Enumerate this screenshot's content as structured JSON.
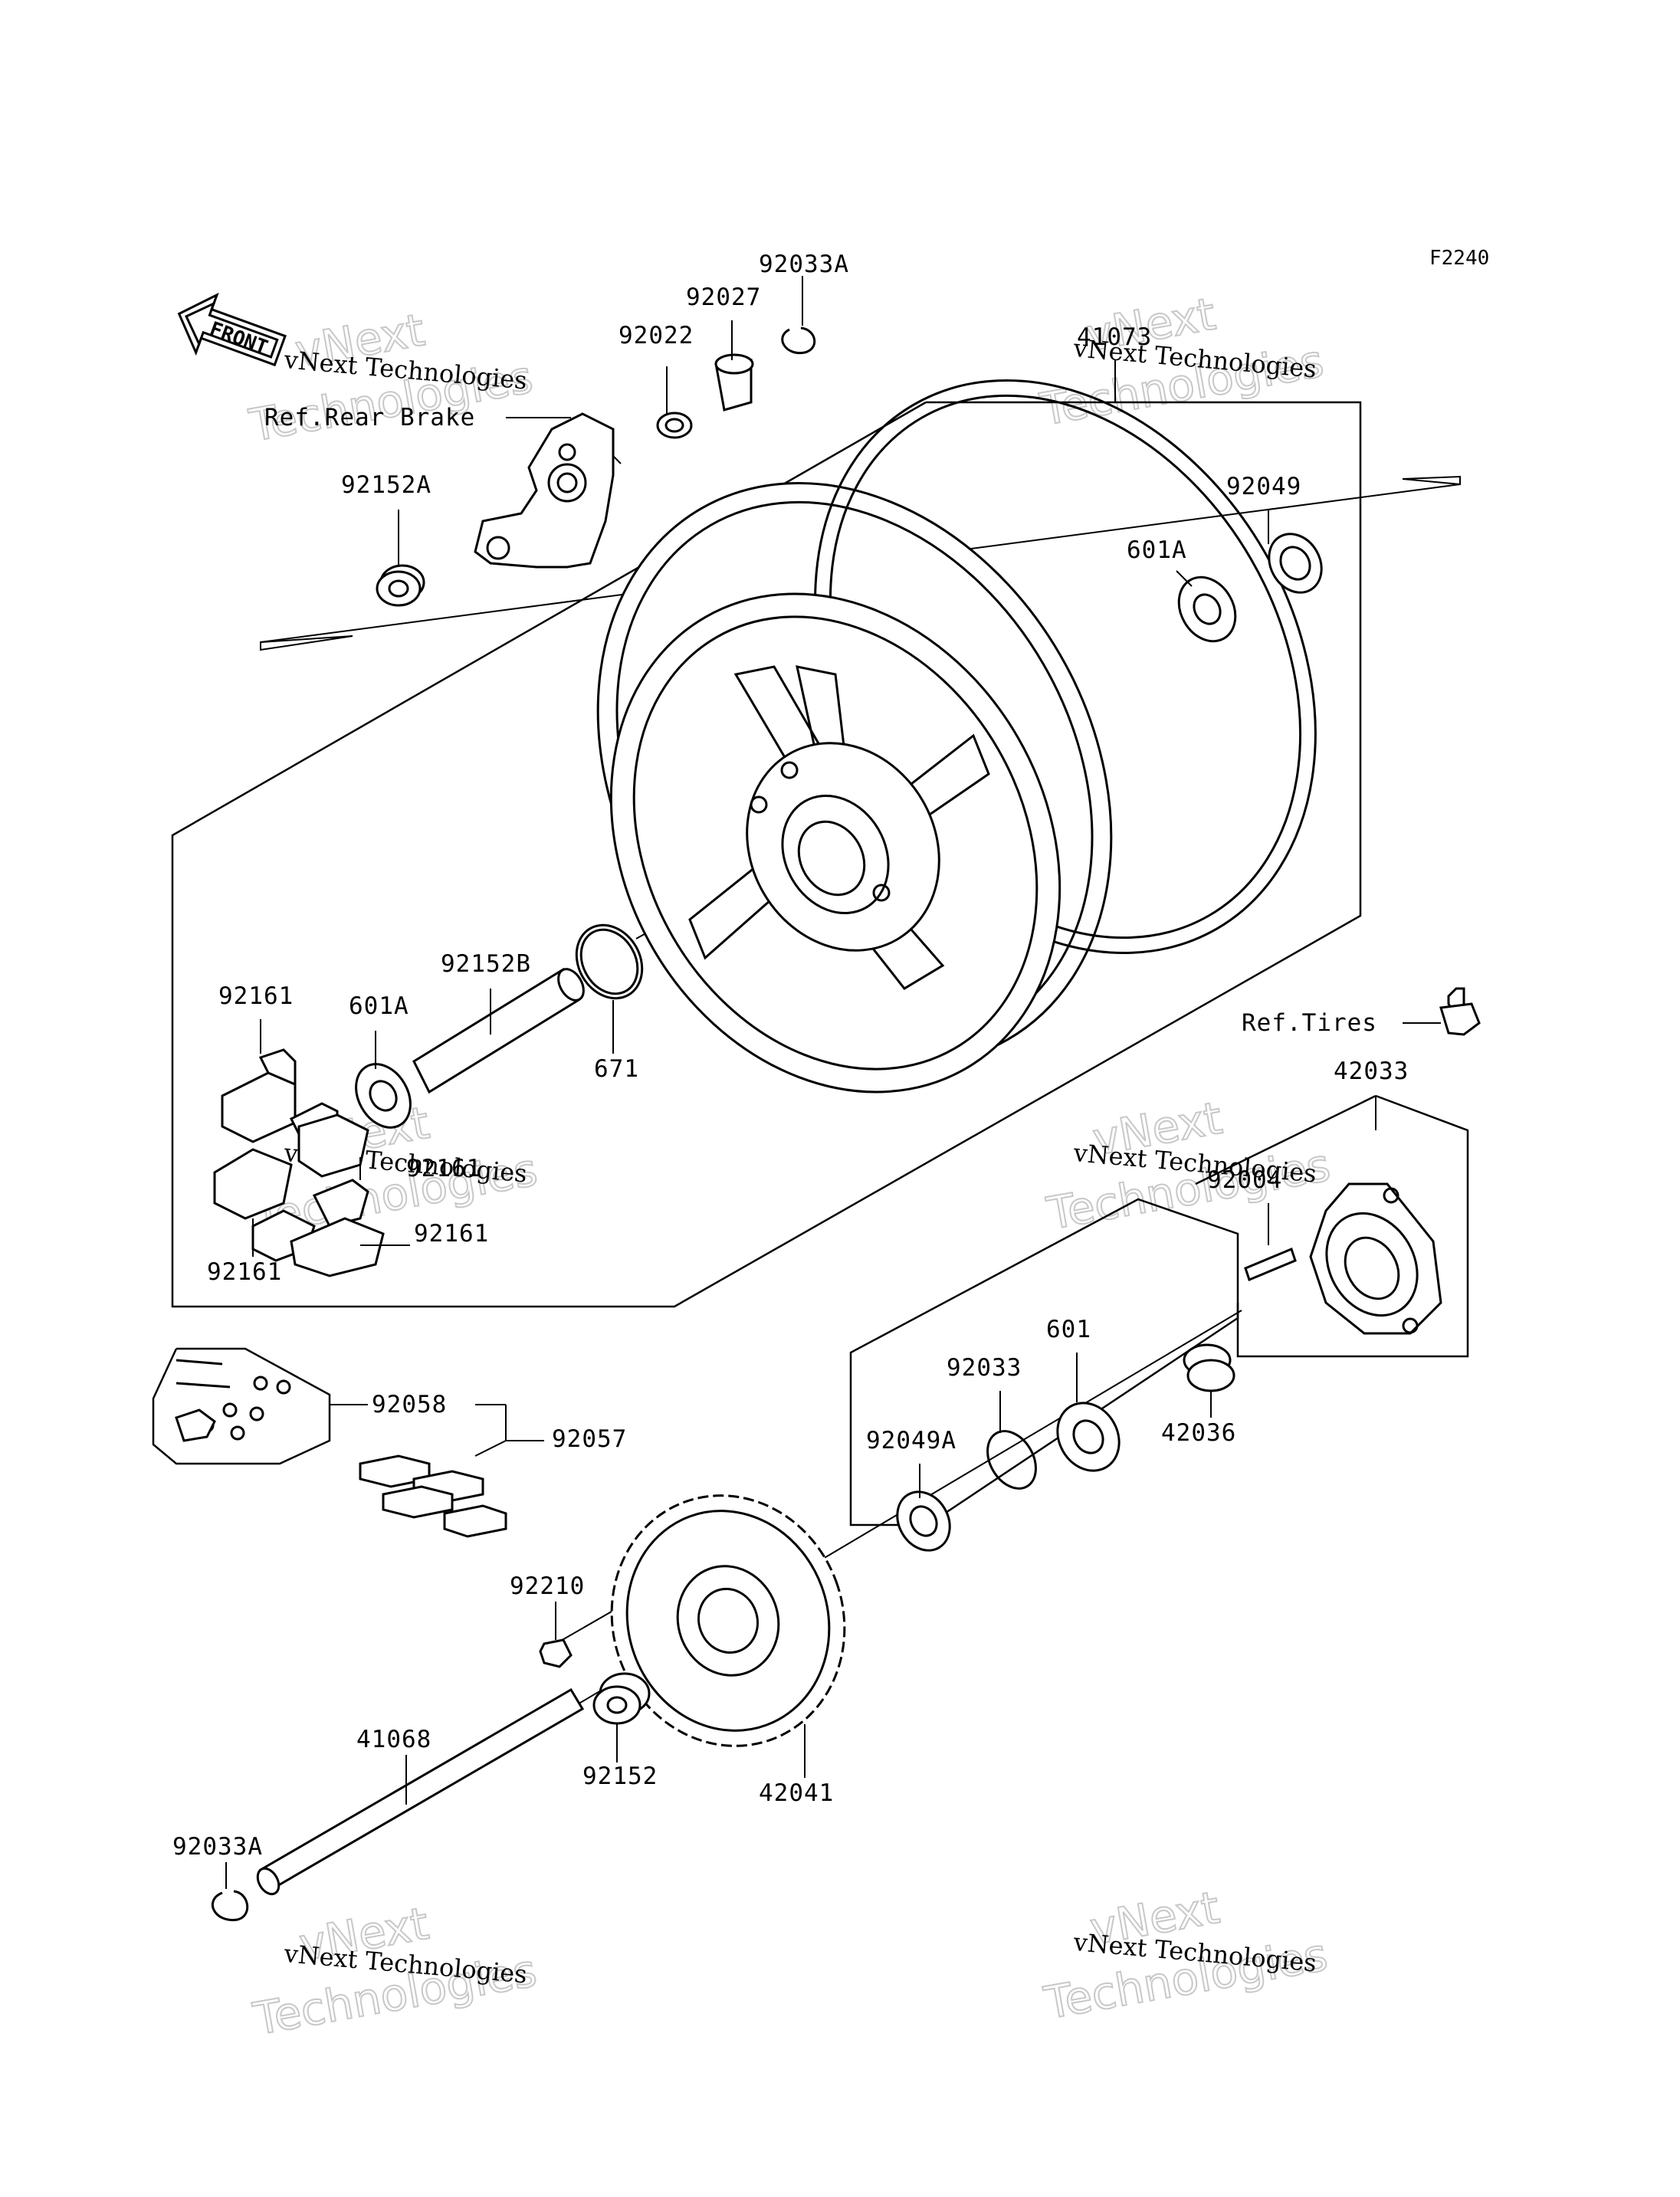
{
  "diagram_code": "F2240",
  "front_label": "FRONT",
  "watermark": {
    "small": "vNext Technologies",
    "big_line1": "vNext",
    "big_line2": "Technologies"
  },
  "labels": {
    "p92033A_top": "92033A",
    "p92027": "92027",
    "p92022": "92022",
    "ref_rear_brake": "Ref.Rear Brake",
    "p92152A": "92152A",
    "p41073": "41073",
    "p92049": "92049",
    "p601A_top": "601A",
    "p92152B": "92152B",
    "p92161_a": "92161",
    "p601A_left": "601A",
    "p671": "671",
    "ref_tires": "Ref.Tires",
    "p42033": "42033",
    "p92161_b": "92161",
    "p92161_c": "92161",
    "p92161_d": "92161",
    "p92004": "92004",
    "p601": "601",
    "p92033": "92033",
    "p92058": "92058",
    "p92057": "92057",
    "p92049A": "92049A",
    "p42036": "42036",
    "p92210": "92210",
    "p41068": "41068",
    "p92152": "92152",
    "p42041": "42041",
    "p92033A_bottom": "92033A"
  }
}
